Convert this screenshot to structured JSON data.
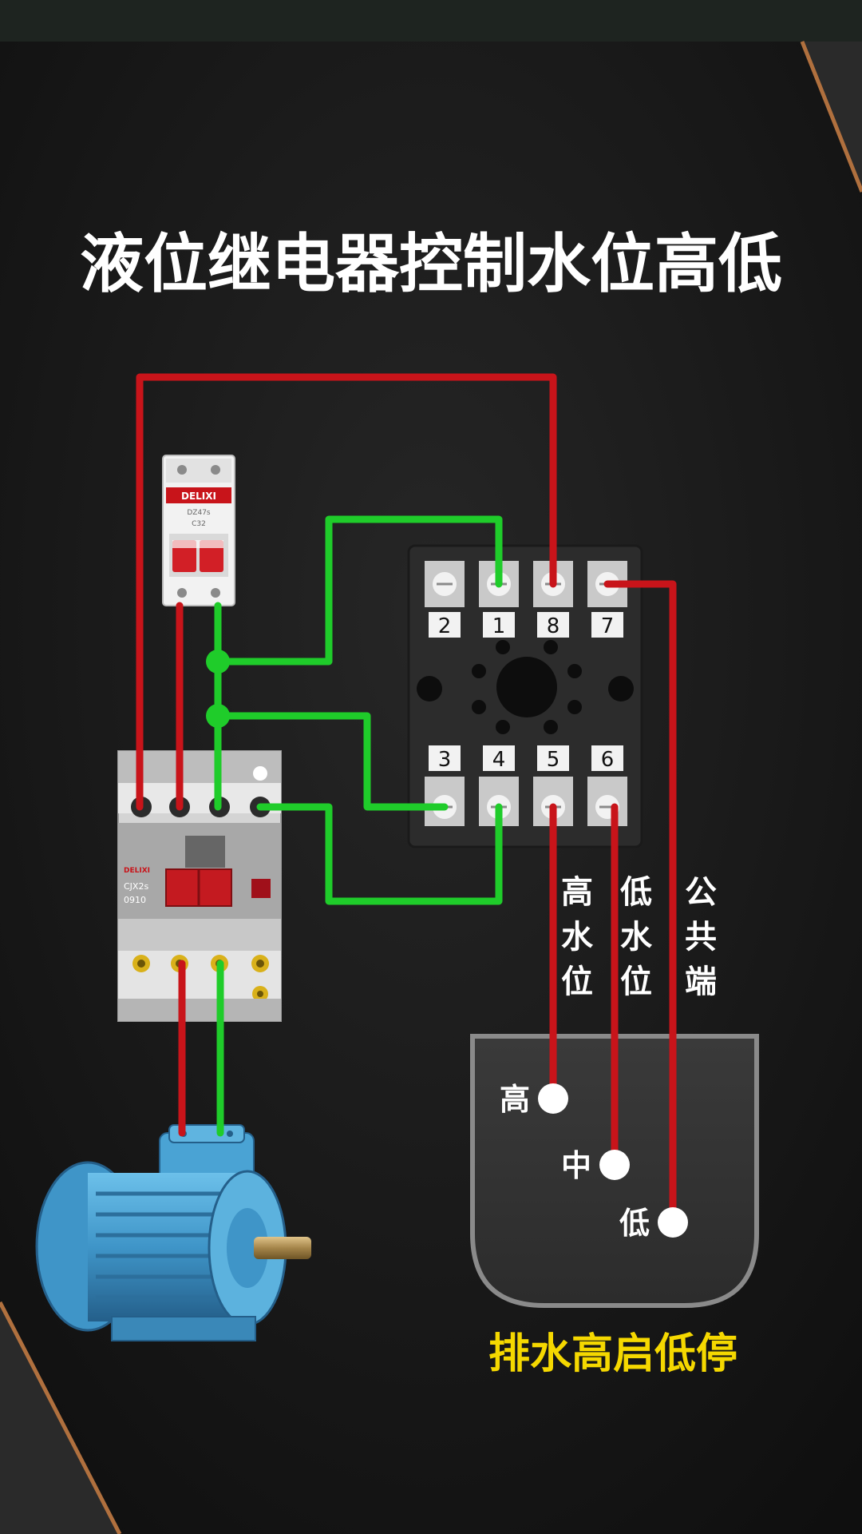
{
  "title": "液位继电器控制水位高低",
  "breaker": {
    "brand": "DELIXI",
    "model": "DZ47s",
    "rating": "C32"
  },
  "contactor": {
    "brand": "DELIXI",
    "model": "CJX2s",
    "code": "0910"
  },
  "relay": {
    "top_terminals": [
      "2",
      "1",
      "8",
      "7"
    ],
    "bottom_terminals": [
      "3",
      "4",
      "5",
      "6"
    ]
  },
  "wire_labels": [
    "高水位",
    "低水位",
    "公共端"
  ],
  "probes": [
    "高",
    "中",
    "低"
  ],
  "caption": "排水高启低停",
  "colors": {
    "background": "#141414",
    "red_wire": "#c8141a",
    "green_wire": "#1fcc2a",
    "caption": "#f5d800",
    "motor": "#4aa3d4"
  },
  "icons": [
    "breaker-icon",
    "contactor-icon",
    "relay-socket-icon",
    "motor-icon",
    "tank-icon"
  ]
}
